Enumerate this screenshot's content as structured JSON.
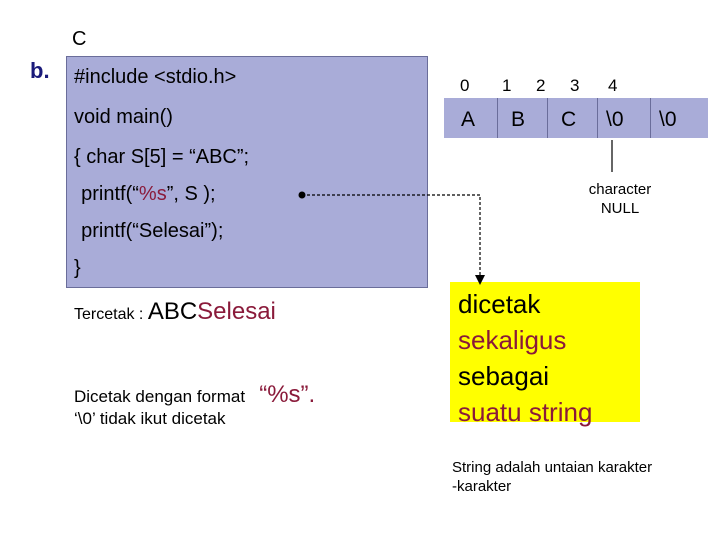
{
  "slide": {
    "header_letter": "C",
    "section_label": "b."
  },
  "code": {
    "lines": [
      "#include <stdio.h>",
      "void main()",
      "{ char S[5] = “ABC”;",
      "  printf(“",
      "  printf(“Selesai”);",
      "}"
    ],
    "printf_format": "%s",
    "printf_tail": "”, S );"
  },
  "array": {
    "indices": [
      "0",
      "1",
      "2",
      "3",
      "4"
    ],
    "cells": [
      "A",
      "B",
      "C",
      "\\0",
      "\\0"
    ],
    "null_label_line1": "character",
    "null_label_line2": "NULL"
  },
  "output": {
    "tercetak_label": "Tercetak :",
    "printed_abc": "ABC",
    "printed_selesai": "Selesai",
    "note_line1_prefix": "Dicetak dengan format",
    "note_format": "“%s”.",
    "note_line2": "‘\\0’ tidak ikut dicetak"
  },
  "callout": {
    "line1": "dicetak",
    "line2": "sekaligus",
    "line3": "sebagai",
    "line4": "suatu string"
  },
  "definition": {
    "line1": "String adalah untaian karakter",
    "line2": "-karakter"
  },
  "colors": {
    "code_box": "#a9acd8",
    "highlight": "#ffff00",
    "accent_text": "#8a1a3a"
  }
}
